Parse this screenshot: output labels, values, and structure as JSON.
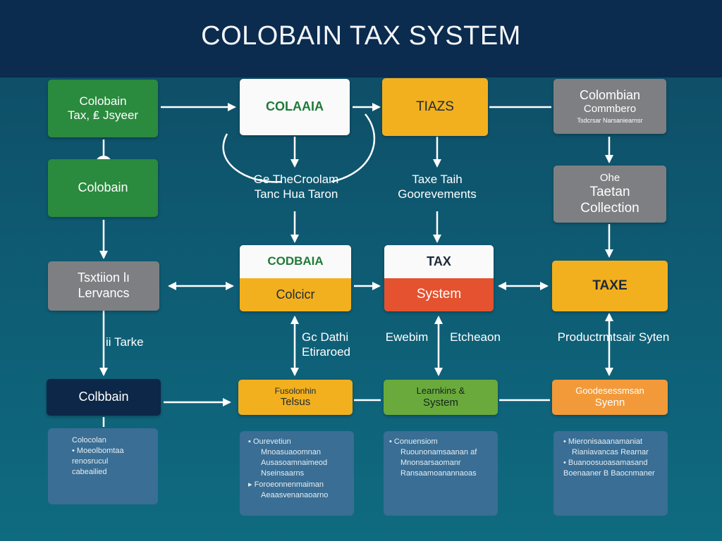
{
  "title": "COLOBAIN TAX SYSTEM",
  "colors": {
    "header": "#0b2b4f",
    "green": "#2a8a3e",
    "gray": "#7d7f82",
    "yellow": "#f2b01e",
    "navy": "#0c2747",
    "red": "#e4522f",
    "lime": "#6aaa3c",
    "orange": "#f29a3a",
    "panel": "#3a6e94",
    "white": "#fafafa",
    "text_green": "#1f7a3a"
  },
  "nodes": {
    "top_left": {
      "line1": "Colobain",
      "line2": "Tax, ₤ Jsyeer"
    },
    "colaaia": {
      "label": "COLAAIA"
    },
    "tiazs": {
      "label": "TIAZS"
    },
    "colombian": {
      "line1": "Colombian",
      "line2": "Commbero",
      "line3": "Tsdcrsar Narsaniearnsr"
    },
    "mid_left": {
      "label": "Colobain"
    },
    "taxation": {
      "line1": "Tsxtiion lı",
      "line2": "Lervancs"
    },
    "codbaia": {
      "top": "CODBAIA",
      "bottom": "Colcicr"
    },
    "tax_system": {
      "top": "TAX",
      "bottom": "System"
    },
    "taxe": {
      "label": "TAXE"
    },
    "taetan": {
      "line1": "Ohe",
      "line2": "Taetan",
      "line3": "Collection"
    },
    "colbbain": {
      "label": "Colbbain"
    },
    "ffusolon": {
      "line1": "Fusolonhin",
      "line2": "Telsus"
    },
    "learnkins": {
      "line1": "Learnkins &",
      "line2": "System"
    },
    "goodes": {
      "line1": "Goodesessmsan",
      "line2": "Syenn"
    }
  },
  "labels": {
    "middle_left": {
      "line1": "Ge TheCroolam",
      "line2": "Tanc Hua Taron"
    },
    "middle_right": {
      "line1": "Taxe Taih",
      "line2": "Goorevements"
    },
    "left_side": "ii Tarke",
    "dathi": {
      "line1": "Gc Dathi",
      "line2": "Etiraroed"
    },
    "ewebim": "Ewebim",
    "etchean": "Etcheaon",
    "product": "Productrmtsair Syten"
  },
  "panels": {
    "p1": {
      "lines": [
        "Colocolan",
        "• Moeolbomtaa",
        "renosrucul",
        "cabeailied"
      ]
    },
    "p2": {
      "lines": [
        "▪ Ourevetiun",
        "Mnoasuaoomnan",
        "Ausasoamnaimeod",
        "Nseinsaarns",
        "▸ Foroeonnenmaiman",
        "Aeaasvenanaoarno"
      ]
    },
    "p3": {
      "lines": [
        "• Conuensiom",
        "Ruounonamsaanan af",
        "Mnonsarsaomanr",
        "Ransaamoanannaoas"
      ]
    },
    "p4": {
      "lines": [
        "• Mieronisaaanamaniat",
        "Rianiavancas Rearnar",
        "• Buanoosuoasamasand",
        "Boenaaner B Baocnmaner"
      ]
    }
  }
}
